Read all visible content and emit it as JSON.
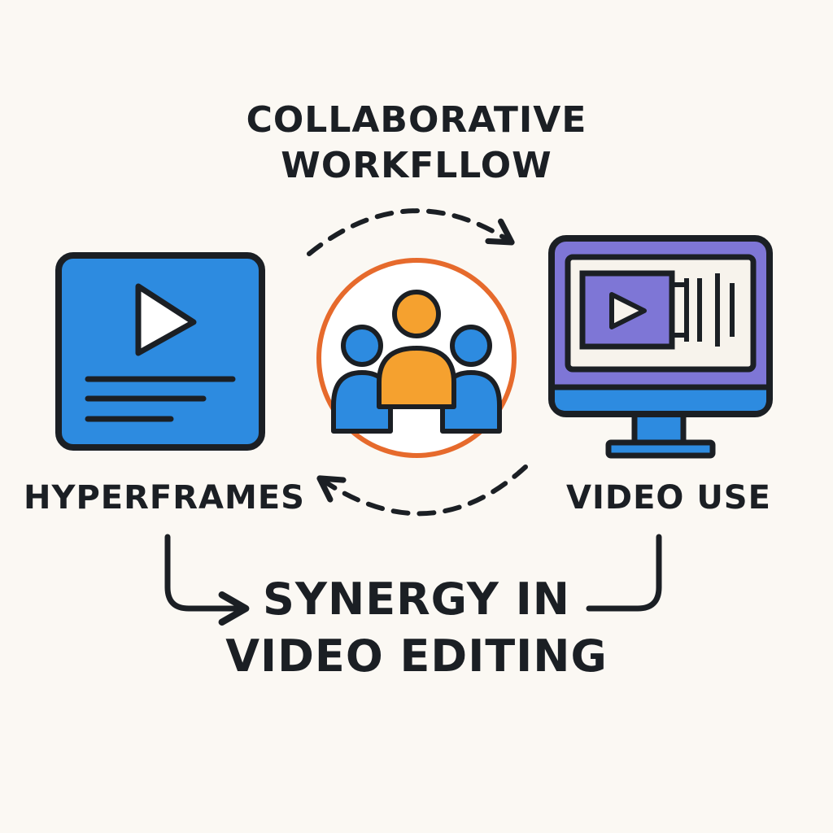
{
  "diagram": {
    "title_line_1": "COLLABORATIVE",
    "title_line_2": "WORKFLLOW",
    "left_node": {
      "label": "HYPERFRAMES",
      "icon": "document-play-icon"
    },
    "center_node": {
      "icon": "team-people-icon"
    },
    "right_node": {
      "label": "VIDEO USE",
      "icon": "monitor-video-editor-icon"
    },
    "bottom_line_1": "SYNERGY IN",
    "bottom_line_2": "VIDEO EDITING"
  },
  "colors": {
    "background": "#fbf8f3",
    "outline": "#1b1f24",
    "blue": "#2d8be0",
    "orange": "#f5a12f",
    "ring": "#e66a2c",
    "purple": "#7e76d6",
    "screen_bg": "#f7f3ec"
  }
}
